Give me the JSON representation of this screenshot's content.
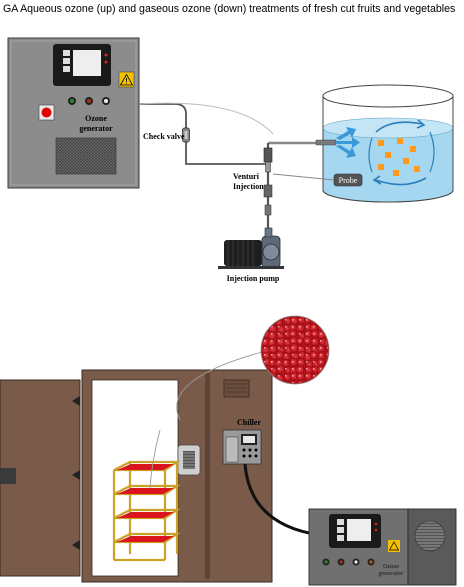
{
  "title": "GA Aqueous ozone (up) and gaseous ozone (down) treatments of fresh cut fruits and vegetables",
  "labels": {
    "ozone_generator_top_1": "Ozone",
    "ozone_generator_top_2": "generator",
    "check_valve": "Check valve",
    "venturi_1": "Venturi",
    "venturi_2": "Injection",
    "probe": "Probe",
    "injection_pump": "Injection pump",
    "chiller": "Chiller",
    "ozone_generator_bottom_1": "Ozone",
    "ozone_generator_bottom_2": "generator"
  },
  "colors": {
    "cabinet_grey": "#8a8a8a",
    "chamber_brown": "#7a5a48",
    "water_blue": "#9fd2ee",
    "fruit_orange": "#ff9a1a",
    "tomato_red": "#d9141c",
    "rack_yellow": "#c9a227",
    "warning_yellow": "#f2c200"
  },
  "icons": [
    "warning-icon",
    "arrow-icon",
    "tomato-icon"
  ]
}
